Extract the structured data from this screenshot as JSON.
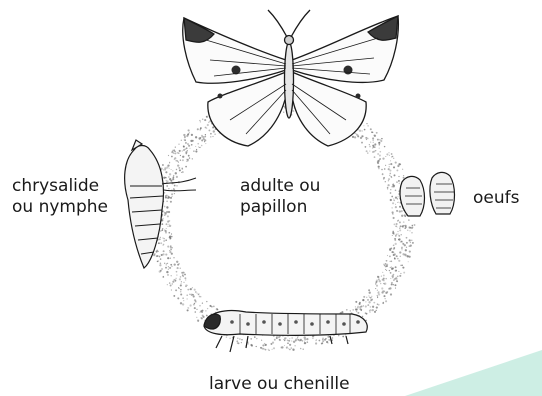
{
  "labels": {
    "chrysalide": [
      "chrysalide",
      "ou nymphe"
    ],
    "adulte": [
      "adulte ou",
      "papillon"
    ],
    "oeufs": "oeufs",
    "larve": "larve ou chenille"
  },
  "colors": {
    "ink": "#1a1a1a",
    "stipple": "#6f6f6f",
    "accent_green": "#cdeee4"
  },
  "icons": {
    "butterfly": "butterfly-illustration",
    "pupa": "chrysalis-illustration",
    "eggs": "eggs-illustration",
    "caterpillar": "caterpillar-illustration"
  }
}
